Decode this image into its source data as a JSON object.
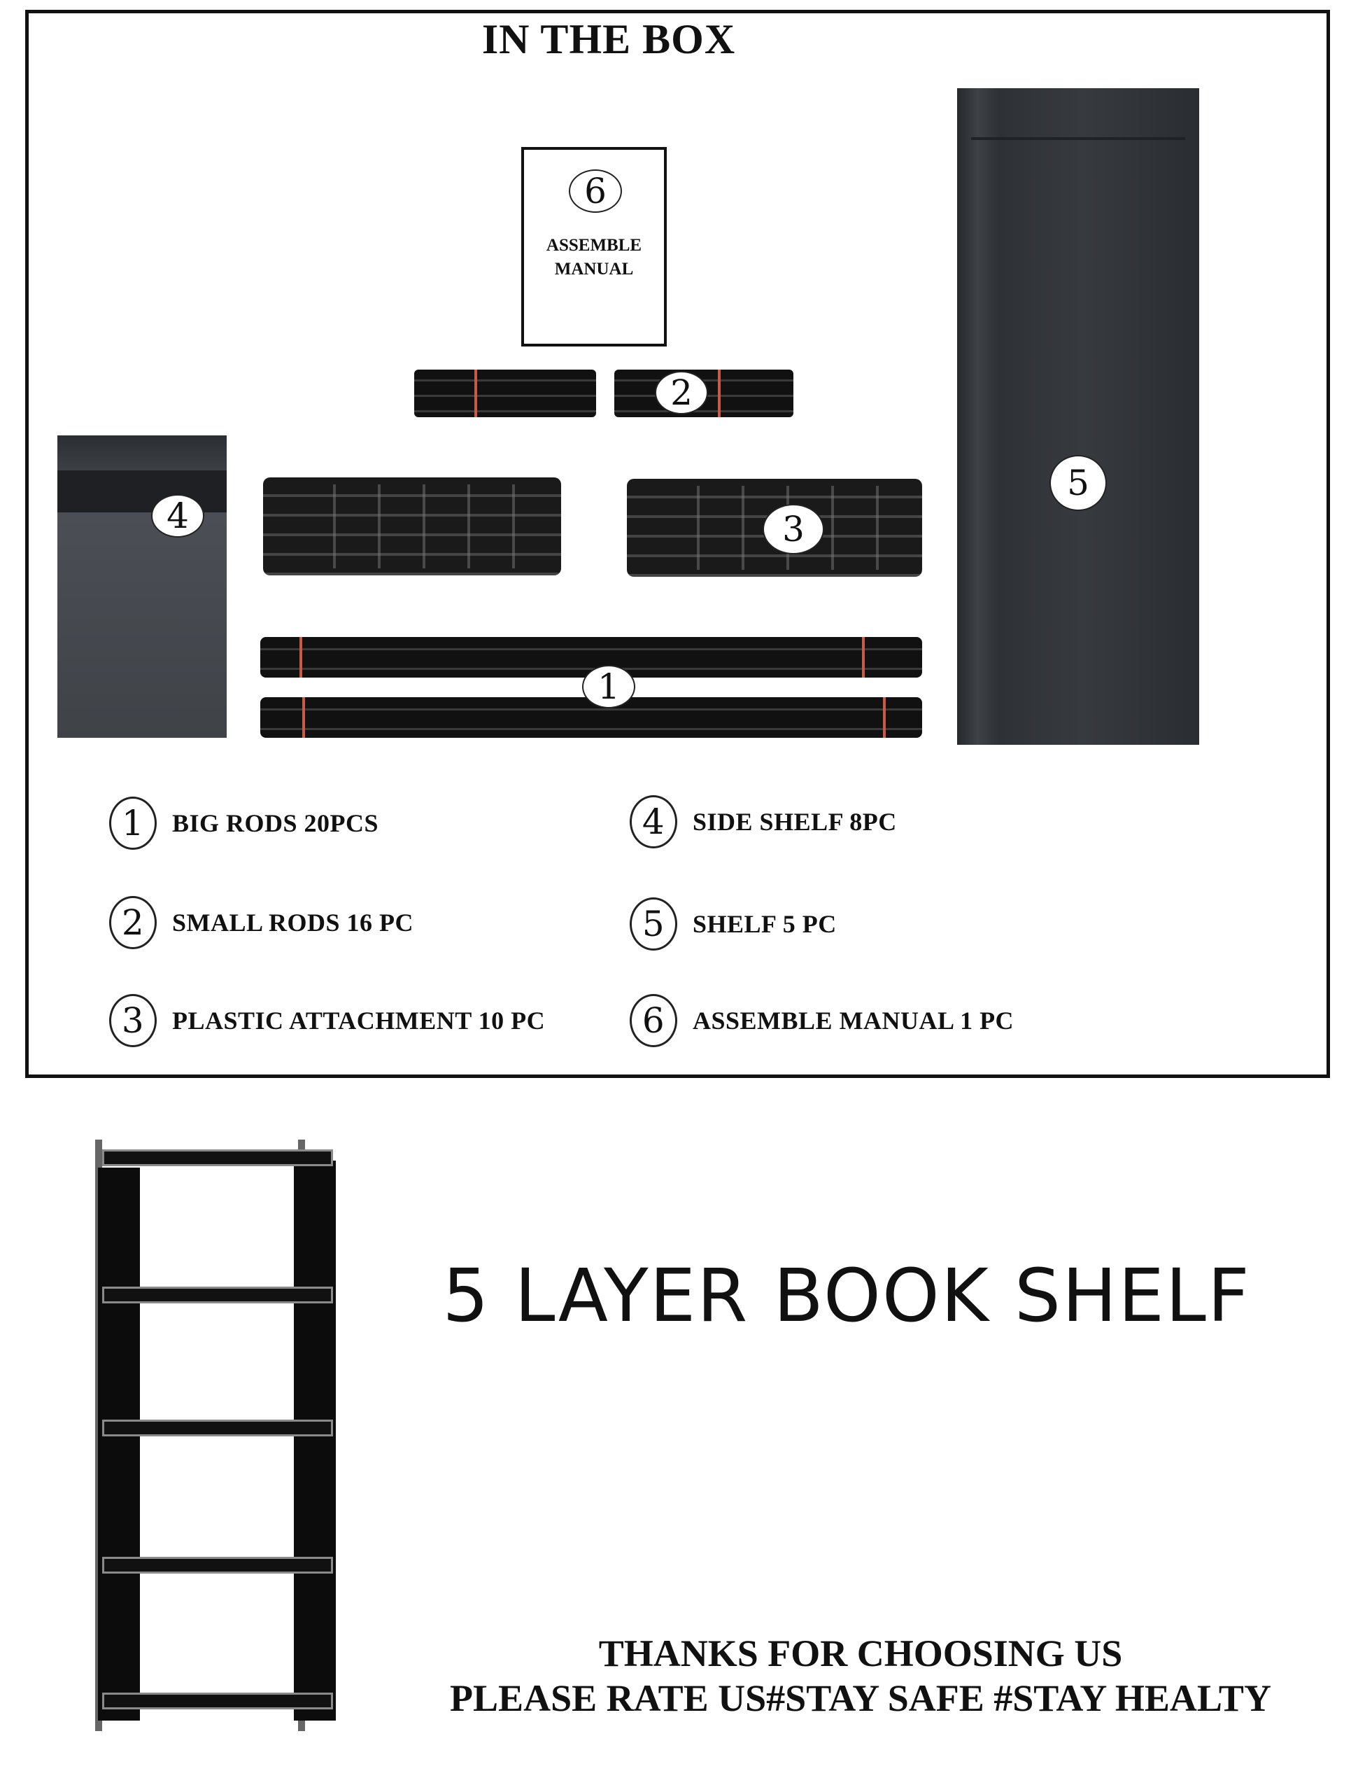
{
  "box": {
    "title": "IN THE BOX",
    "manual": {
      "number": "6",
      "label": "ASSEMBLE\nMANUAL"
    },
    "part_numbers": {
      "small_rods": "2",
      "side_shelf": "4",
      "plastic": "3",
      "big_rods": "1",
      "shelf": "5"
    },
    "legend": [
      {
        "number": "1",
        "text": "BIG RODS 20PCS"
      },
      {
        "number": "2",
        "text": "SMALL RODS 16 PC"
      },
      {
        "number": "3",
        "text": "PLASTIC ATTACHMENT 10 PC"
      },
      {
        "number": "4",
        "text": "SIDE SHELF 8PC"
      },
      {
        "number": "5",
        "text": "SHELF 5 PC"
      },
      {
        "number": "6",
        "text": "ASSEMBLE MANUAL 1 PC"
      }
    ]
  },
  "product": {
    "title": "5 LAYER BOOK SHELF",
    "thanks_line1": "THANKS FOR CHOOSING US",
    "thanks_line2": "PLEASE RATE US#STAY SAFE #STAY HEALTY"
  }
}
